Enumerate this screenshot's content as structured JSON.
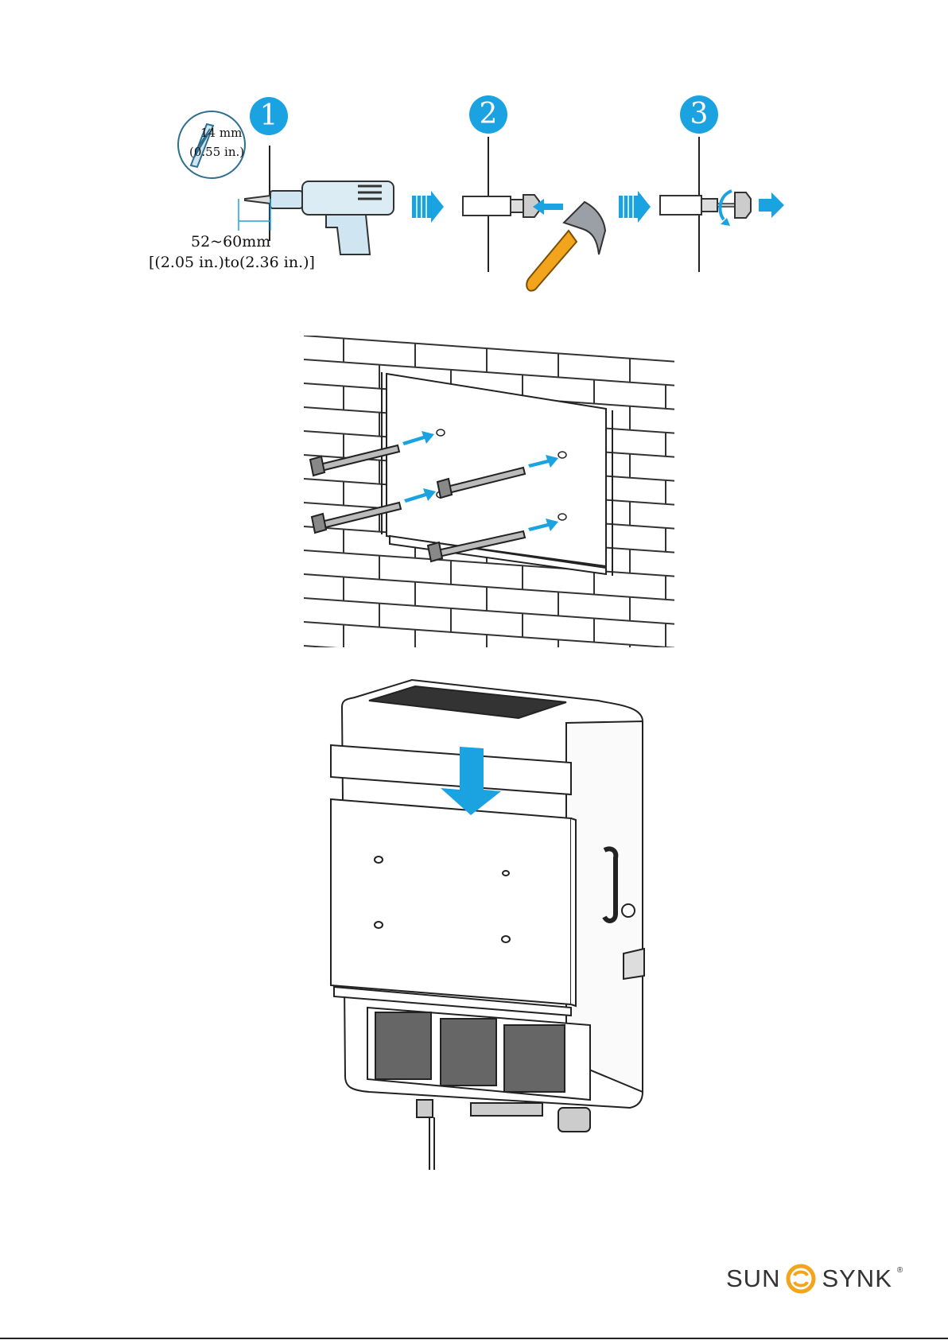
{
  "steps": {
    "step1": {
      "number": "1",
      "bit_size": "14 mm",
      "bit_size_in": "(0.55 in.)",
      "depth": "52~60mm",
      "depth_in": "[(2.05 in.)to(2.36 in.)]"
    },
    "step2": {
      "number": "2"
    },
    "step3": {
      "number": "3"
    }
  },
  "brand": {
    "left": "SUN",
    "right": "SYNK",
    "reg": "®"
  },
  "colors": {
    "accent": "#1aa3e0",
    "hammer_handle": "#f2a51c",
    "drill_body": "#dcecf5"
  }
}
